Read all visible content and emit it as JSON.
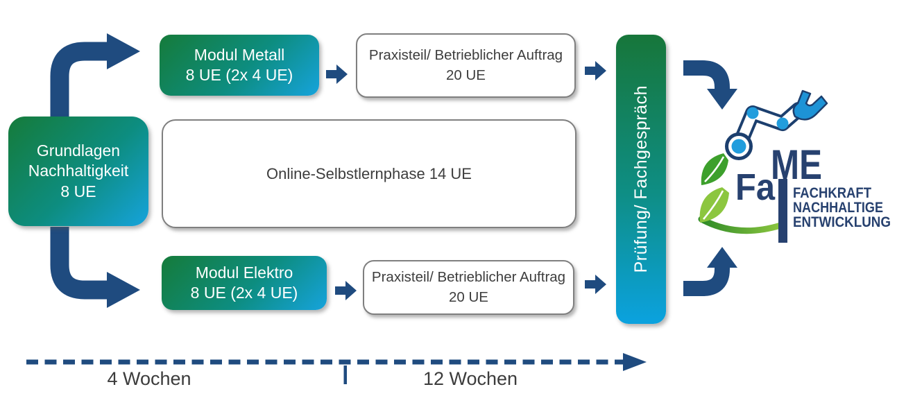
{
  "boxes": {
    "grundlagen": {
      "line1": "Grundlagen",
      "line2": "Nachhaltigkeit",
      "line3": "8 UE"
    },
    "modul_metall": {
      "line1": "Modul Metall",
      "line2": "8 UE (2x 4 UE)"
    },
    "modul_elektro": {
      "line1": "Modul Elektro",
      "line2": "8 UE (2x 4 UE)"
    },
    "praxisteil_top": {
      "line1": "Praxisteil/ Betrieblicher Auftrag",
      "line2": "20 UE"
    },
    "praxisteil_bottom": {
      "line1": "Praxisteil/ Betrieblicher Auftrag",
      "line2": "20 UE"
    },
    "online": {
      "label": "Online-Selbstlernphase 14 UE"
    },
    "pruefung": {
      "label": "Prüfung/ Fachgespräch"
    }
  },
  "timeline": {
    "phase1": "4 Wochen",
    "phase2": "12 Wochen"
  },
  "logo": {
    "wordmark_fa": "Fa",
    "wordmark_me": "ME",
    "subtitle1": "FACHKRAFT",
    "subtitle2": "NACHHALTIGE",
    "subtitle3": "ENTWICKLUNG"
  },
  "colors": {
    "arrow_navy": "#1f4b7f",
    "logo_navy": "#27416f",
    "gradient_green": "#157b3a",
    "gradient_blue": "#16a3dc",
    "white_box_border": "#7f7f7f",
    "dark_text": "#3d3d3d",
    "leaf_dark_green": "#3da02c",
    "leaf_light_green": "#8cc63f",
    "logo_bright_blue": "#219ddd"
  }
}
